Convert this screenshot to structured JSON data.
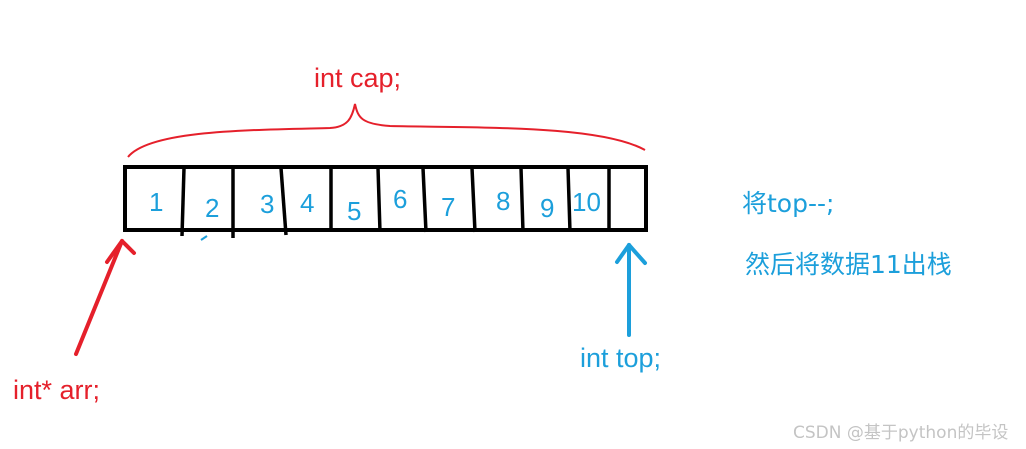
{
  "labels": {
    "cap": "int cap;",
    "arr": "int* arr;",
    "top": "int top;",
    "step1": "将top--;",
    "step2": "然后将数据11出栈"
  },
  "cells": [
    "1",
    "2",
    "3",
    "4",
    "5",
    "6",
    "7",
    "8",
    "9",
    "10",
    ""
  ],
  "watermark": "CSDN @基于python的毕设",
  "colors": {
    "red": "#e5202b",
    "blue": "#1c9fdb",
    "black": "#000000",
    "watermark": "#c4c4c4"
  }
}
